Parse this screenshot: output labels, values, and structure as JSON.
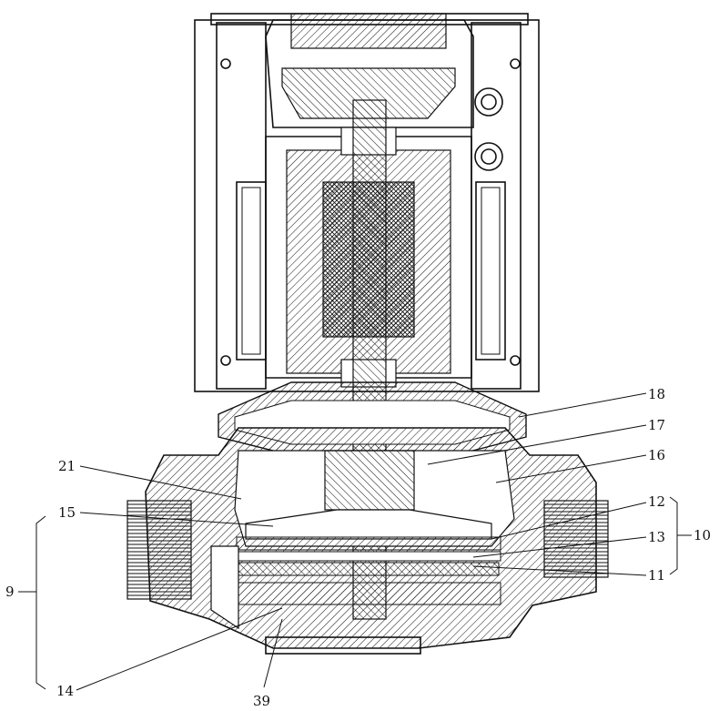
{
  "figure": {
    "labels": [
      {
        "id": "label-18",
        "text": "18"
      },
      {
        "id": "label-17",
        "text": "17"
      },
      {
        "id": "label-16",
        "text": "16"
      },
      {
        "id": "label-21",
        "text": "21"
      },
      {
        "id": "label-15",
        "text": "15"
      },
      {
        "id": "label-12",
        "text": "12"
      },
      {
        "id": "label-13",
        "text": "13"
      },
      {
        "id": "label-10",
        "text": "10"
      },
      {
        "id": "label-11",
        "text": "11"
      },
      {
        "id": "label-9",
        "text": "9"
      },
      {
        "id": "label-14",
        "text": "14"
      },
      {
        "id": "label-39",
        "text": "39"
      }
    ]
  }
}
